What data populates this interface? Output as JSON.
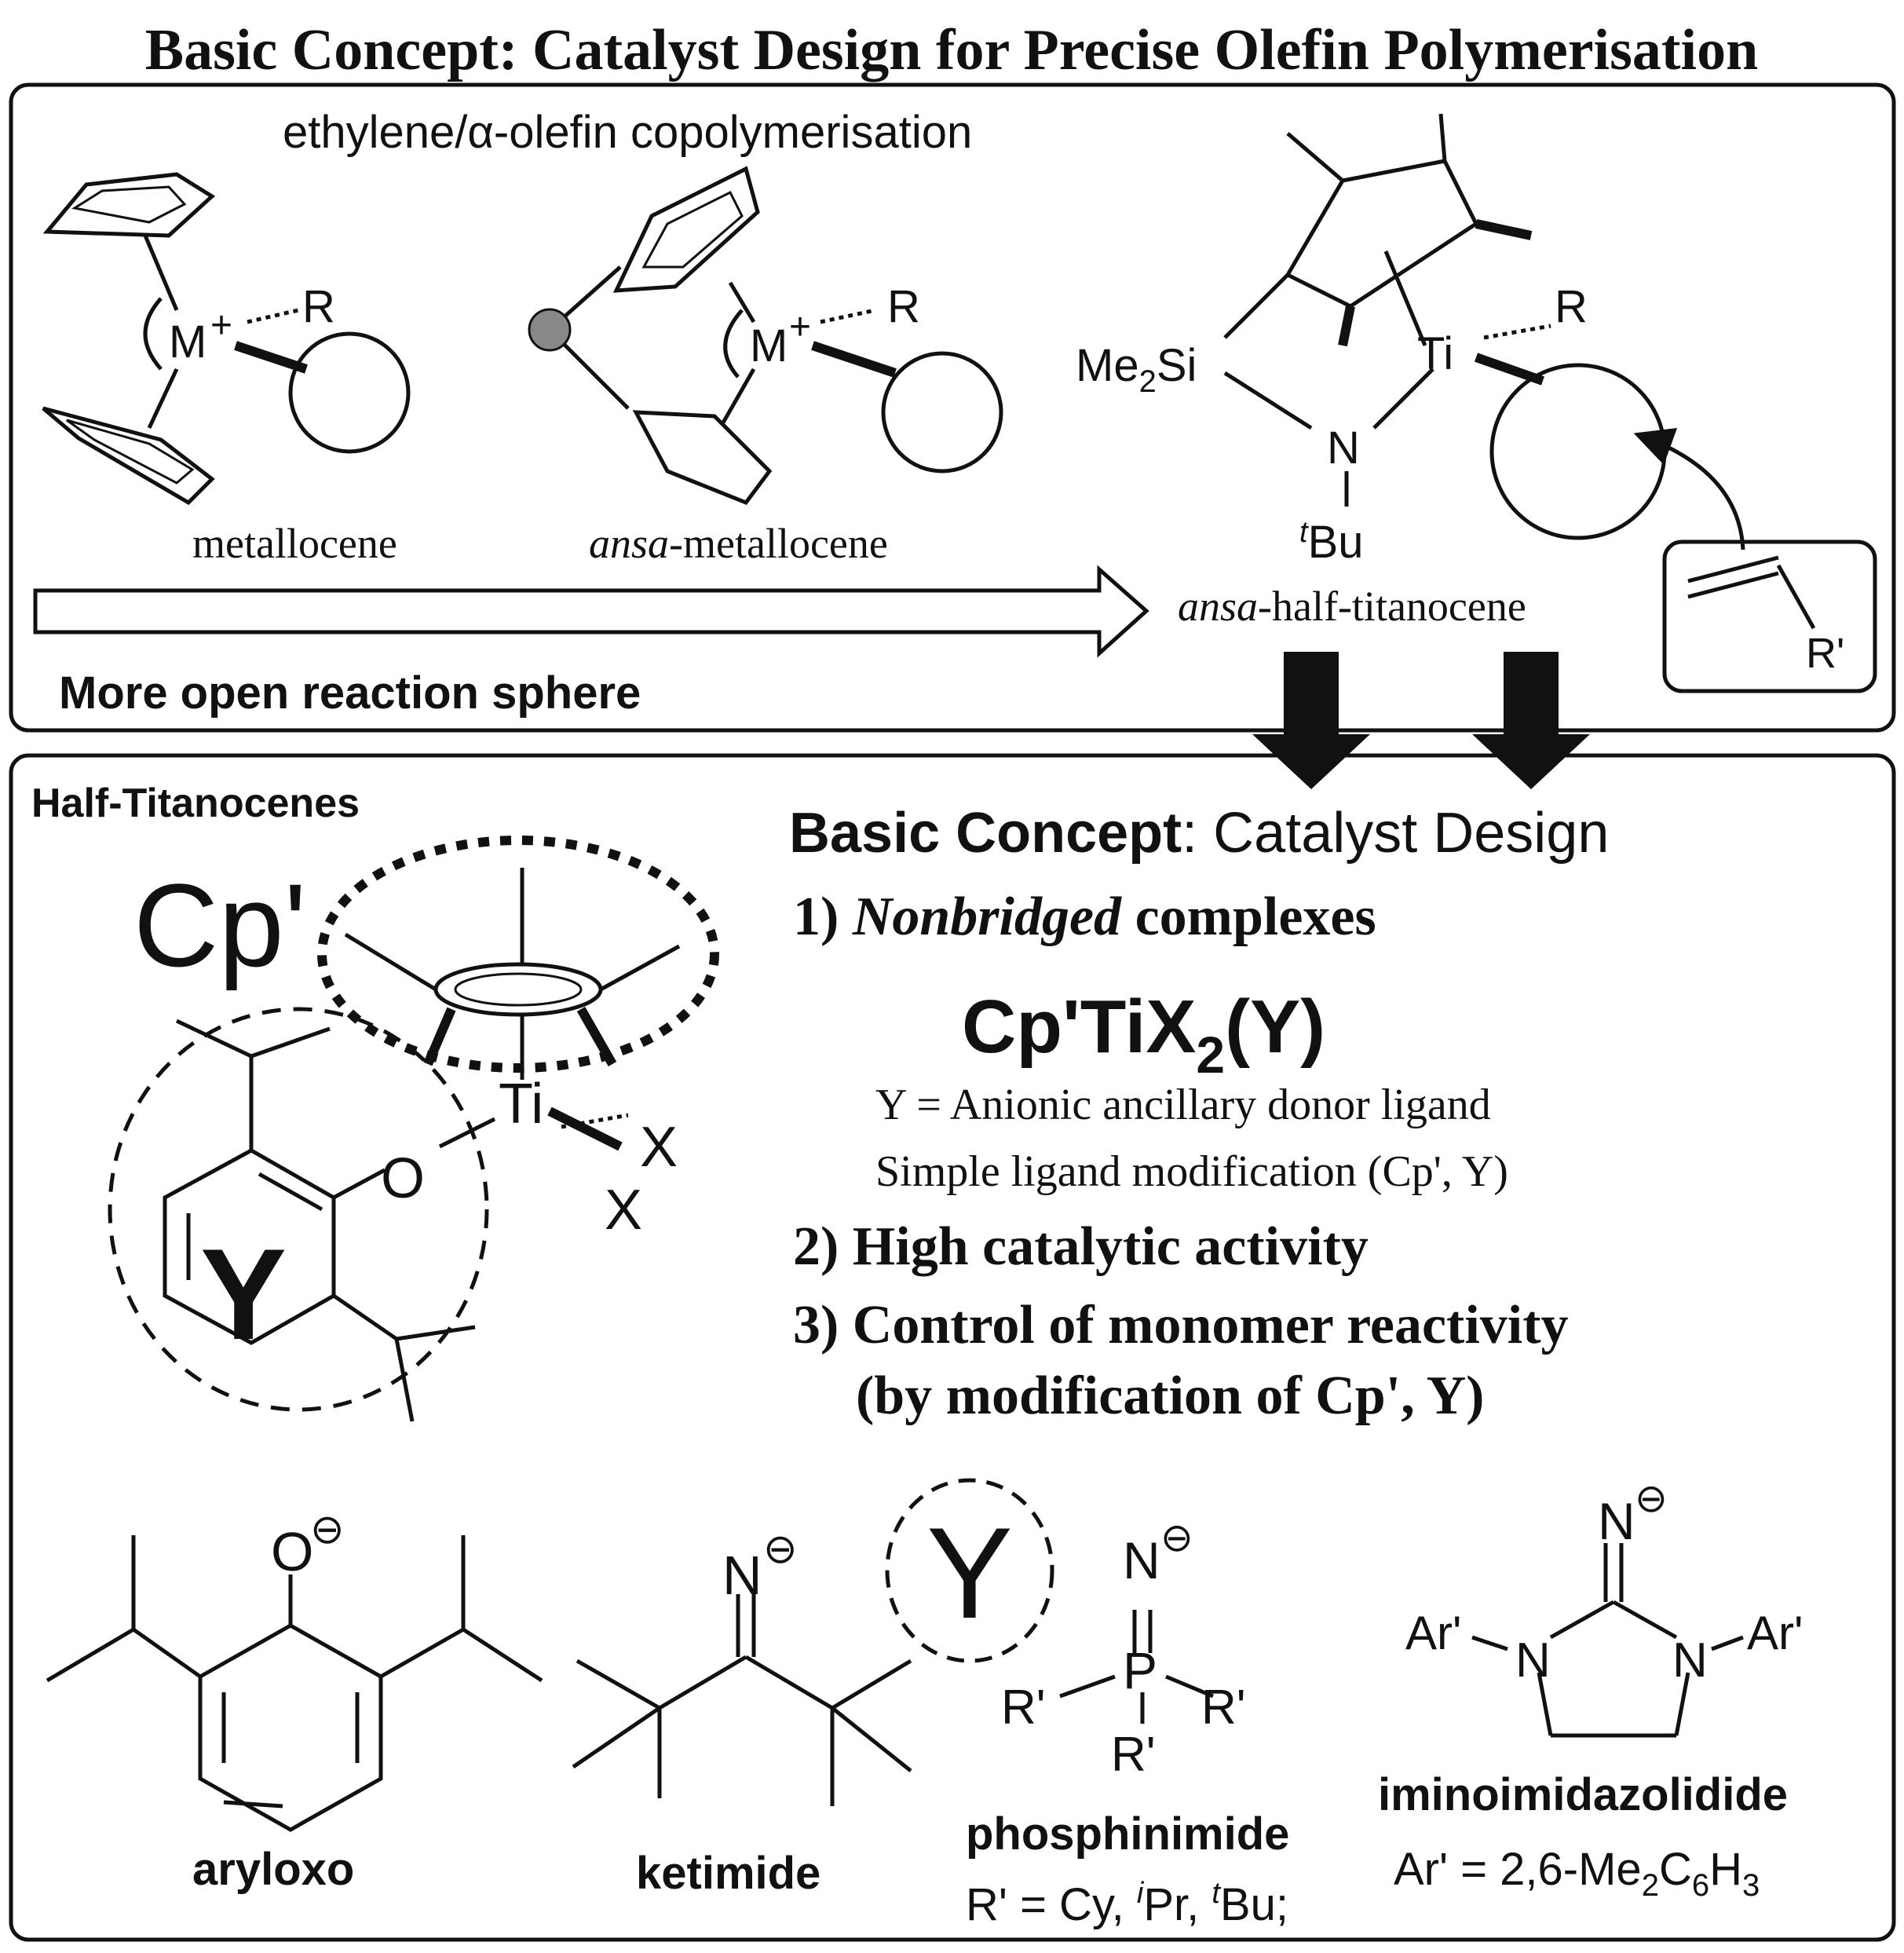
{
  "title": "Basic Concept: Catalyst Design for Precise Olefin Polymerisation",
  "top_panel": {
    "heading": "ethylene/α-olefin copolymerisation",
    "metallocene": {
      "metal": "M",
      "charge": "+",
      "ligand": "R",
      "label": "metallocene"
    },
    "ansa_metallocene": {
      "metal": "M",
      "charge": "+",
      "ligand": "R",
      "label_italic": "ansa",
      "label_rest": "-metallocene"
    },
    "ansa_half_titanocene": {
      "silicon": "Me",
      "silicon_sub": "2",
      "silicon_rest": "Si",
      "metal": "Ti",
      "ligand": "R",
      "nitrogen": "N",
      "tbu_sup": "t",
      "tbu": "Bu",
      "label_italic": "ansa",
      "label_rest": "-half-titanocene",
      "olefin_sub": "R'"
    },
    "arrow_label": "More open reaction sphere"
  },
  "bottom_panel": {
    "heading": "Half-Titanocenes",
    "cp_label": "Cp'",
    "metal": "Ti",
    "oxygen": "O",
    "x1": "X",
    "x2": "X",
    "y_mark": "Y",
    "concept_bold": "Basic Concept",
    "concept_rest": ": Catalyst Design",
    "point1_num": "1) ",
    "point1_italic": "Nonbridged",
    "point1_rest": " complexes",
    "formula_main": "Cp'TiX",
    "formula_sub": "2",
    "formula_end": "(Y)",
    "desc1": "Y = Anionic ancillary donor ligand",
    "desc2": "Simple ligand modification (Cp', Y)",
    "point2": "2) High catalytic activity",
    "point3": "3) Control of monomer reactivity",
    "point3b": "(by modification of Cp', Y)",
    "ligands": {
      "y_symbol": "Y",
      "aryloxo": {
        "atom": "O",
        "charge": "⊖",
        "label": "aryloxo"
      },
      "ketimide": {
        "atom": "N",
        "charge": "⊖",
        "label": "ketimide"
      },
      "phosphinimide": {
        "atom": "N",
        "charge": "⊖",
        "p": "P",
        "sub": "R'",
        "label": "phosphinimide",
        "note_start": "R' = Cy, ",
        "ipr_sup": "i",
        "ipr": "Pr, ",
        "tbu_sup": "t",
        "tbu": "Bu;"
      },
      "iminoimidazolidide": {
        "atom": "N",
        "charge": "⊖",
        "n": "N",
        "ar": "Ar'",
        "label": "iminoimidazolidide",
        "note_start": "Ar' = 2,6-Me",
        "sub1": "2",
        "note_mid": "C",
        "sub2": "6",
        "note_end": "H",
        "sub3": "3"
      }
    }
  }
}
